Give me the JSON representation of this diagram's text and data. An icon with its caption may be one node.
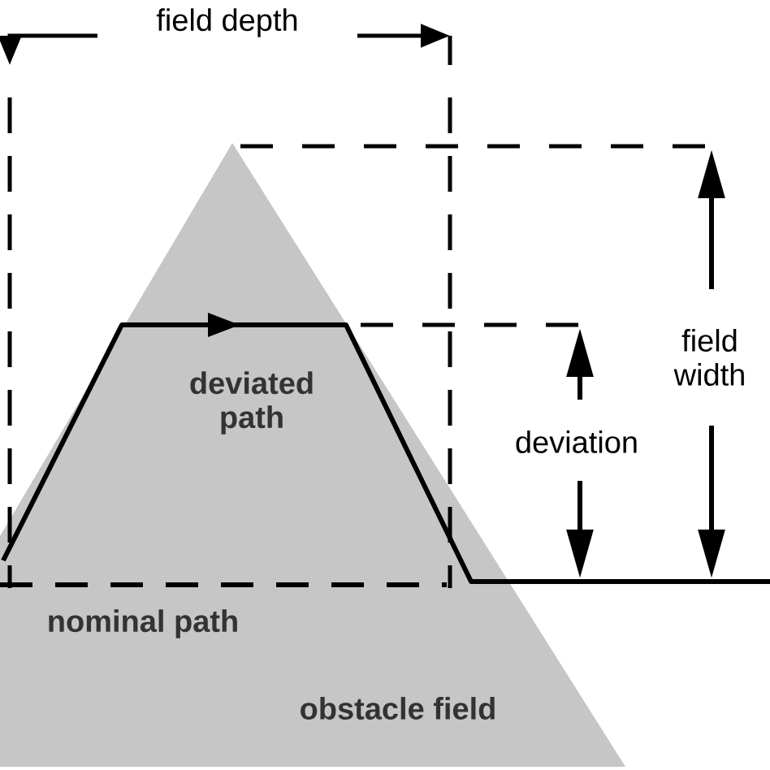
{
  "diagram": {
    "nodes": [
      {
        "text": [
          "obstacle field"
        ]
      }
    ],
    "labels": [
      "field depth",
      "field width",
      "deviated path",
      "deviation",
      "nominal path"
    ]
  }
}
